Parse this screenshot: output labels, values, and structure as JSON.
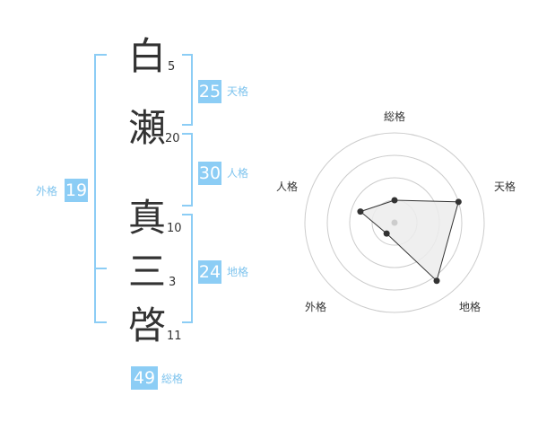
{
  "name": {
    "chars": [
      {
        "char": "白",
        "strokes": "5"
      },
      {
        "char": "瀬",
        "strokes": "20"
      },
      {
        "char": "真",
        "strokes": "10"
      },
      {
        "char": "三",
        "strokes": "3"
      },
      {
        "char": "啓",
        "strokes": "11"
      }
    ]
  },
  "scores": {
    "tenkaku": {
      "value": "25",
      "label": "天格"
    },
    "jinkaku": {
      "value": "30",
      "label": "人格"
    },
    "chikaku": {
      "value": "24",
      "label": "地格"
    },
    "gaikaku": {
      "value": "19",
      "label": "外格"
    },
    "soukaku": {
      "value": "49",
      "label": "総格"
    }
  },
  "colors": {
    "accent": "#8ccdf5",
    "text": "#333333",
    "grid": "#cccccc"
  },
  "chart_data": {
    "type": "radar",
    "axes": [
      "総格",
      "天格",
      "地格",
      "外格",
      "人格"
    ],
    "values": [
      0.25,
      0.75,
      0.8,
      0.15,
      0.4
    ],
    "rings": 4,
    "range": [
      0,
      1
    ]
  }
}
